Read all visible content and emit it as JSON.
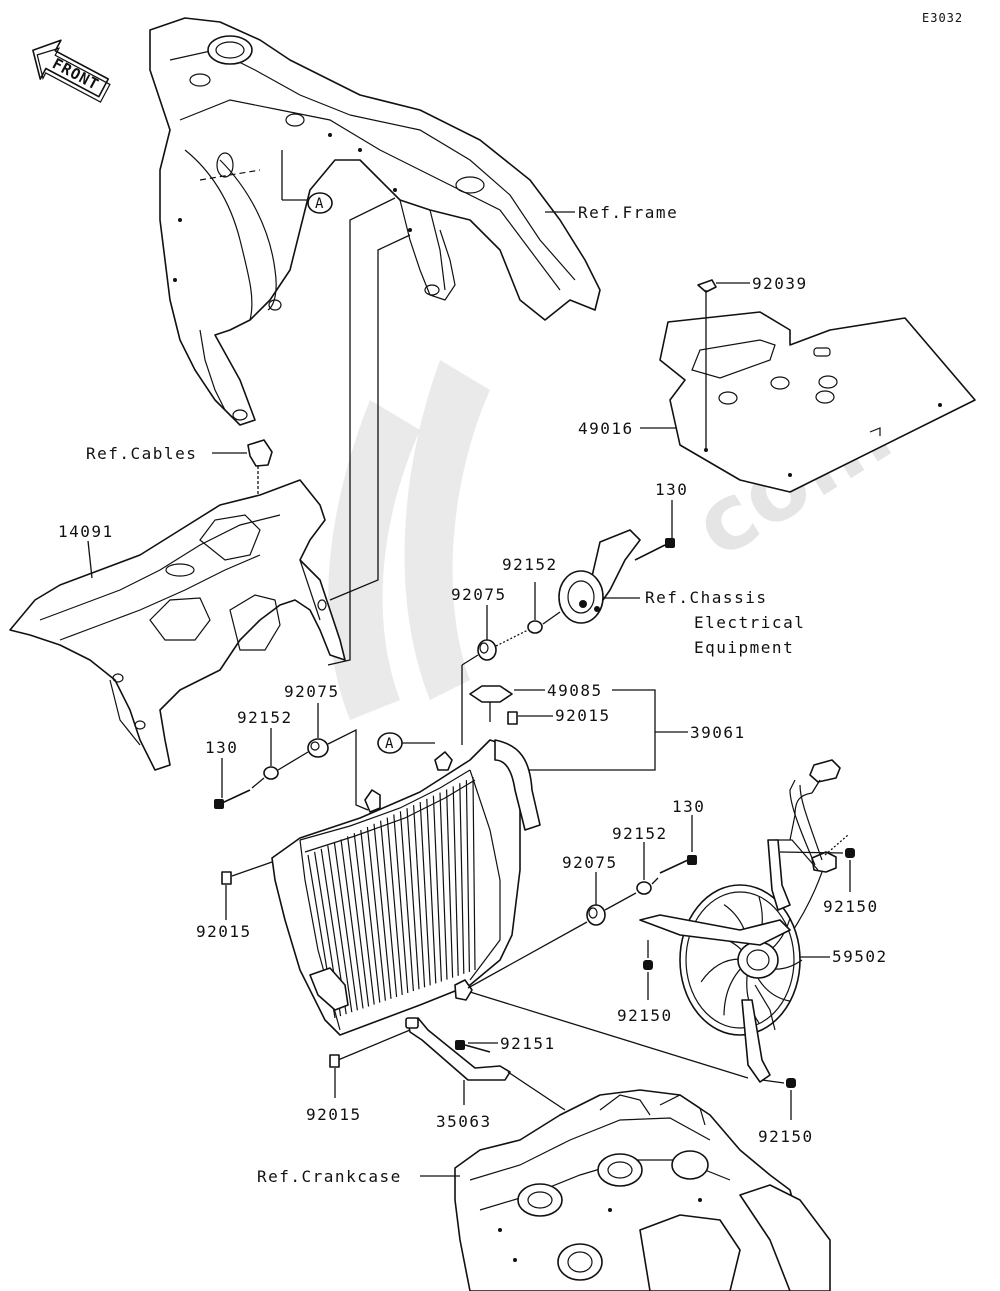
{
  "sheet_code": "E3032",
  "front_label": "FRONT",
  "watermark": "com",
  "callouts": {
    "a_top": "A",
    "a_mid": "A"
  },
  "labels": {
    "ref_frame": "Ref.Frame",
    "p92039": "92039",
    "p49016": "49016",
    "ref_cables": "Ref.Cables",
    "p14091": "14091",
    "p130_top": "130",
    "p92152_top": "92152",
    "p92075_top": "92075",
    "ref_chassis_1": "Ref.Chassis",
    "ref_chassis_2": "Electrical",
    "ref_chassis_3": "Equipment",
    "p49085": "49085",
    "p92015_top": "92015",
    "p39061": "39061",
    "p92075_left": "92075",
    "p92152_left": "92152",
    "p130_left": "130",
    "p130_right": "130",
    "p92152_right": "92152",
    "p92075_right": "92075",
    "p92015_left": "92015",
    "p92150_a": "92150",
    "p59502": "59502",
    "p92150_b": "92150",
    "p92151": "92151",
    "p92015_bottom": "92015",
    "p35063": "35063",
    "p92150_c": "92150",
    "ref_crankcase": "Ref.Crankcase"
  },
  "colors": {
    "ink": "#111111",
    "background": "#ffffff",
    "watermark": "#d0d0d0"
  }
}
